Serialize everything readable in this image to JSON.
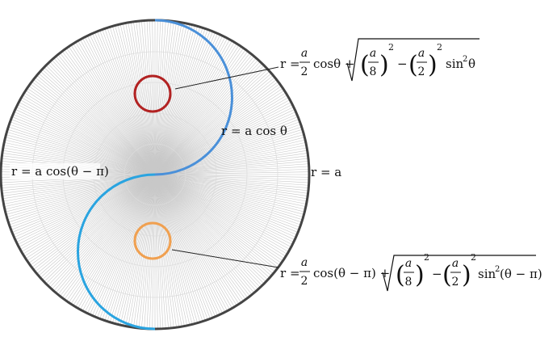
{
  "diagram": {
    "labels": {
      "outer_circle": "r = a",
      "upper_curve": "r = a cos θ",
      "lower_curve": "r = a cos(θ − π)"
    },
    "formulas": {
      "upper_circle": {
        "r_eq": "r =",
        "frac_num": "a",
        "frac_den": "2",
        "after_frac": "cosθ +",
        "inner1_num": "a",
        "inner1_den": "8",
        "exp1": "2",
        "minus": "−",
        "inner2_num": "a",
        "inner2_den": "2",
        "exp2": "2",
        "tail": "sin",
        "tail_exp": "2",
        "tail_arg": "θ"
      },
      "lower_circle": {
        "r_eq": "r =",
        "frac_num": "a",
        "frac_den": "2",
        "after_frac": "cos(θ − π) +",
        "inner1_num": "a",
        "inner1_den": "8",
        "exp1": "2",
        "minus": "−",
        "inner2_num": "a",
        "inner2_den": "2",
        "exp2": "2",
        "tail": "sin",
        "tail_exp": "2",
        "tail_arg": "(θ − π)"
      }
    },
    "colors": {
      "outer_circle": "#444444",
      "rays": "#c8c8c8",
      "rings": "#dddddd",
      "upper_curve": "#4a90d9",
      "lower_curve": "#2aa4e0",
      "upper_circle": "#b22222",
      "lower_circle": "#f0a050",
      "leader": "#222222"
    }
  }
}
